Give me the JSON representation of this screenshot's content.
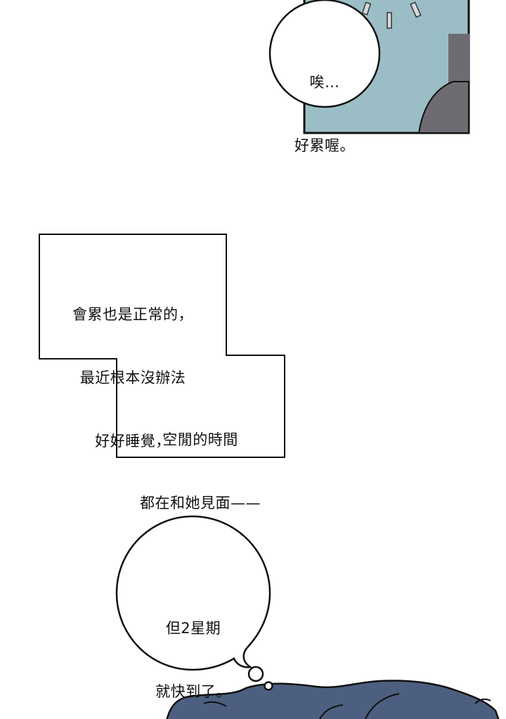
{
  "page": {
    "background": "#ffffff",
    "panel_sky_color": "#9bbec6",
    "panel_shadow_color": "#6e6b72",
    "figure_color": "#4d5f80",
    "outline_color": "#111111"
  },
  "bubble_top": {
    "lines": [
      "唉…",
      "好累喔。"
    ]
  },
  "caption_box": {
    "part1_lines": [
      "會累也是正常的，",
      "最近根本沒辦法",
      "好好睡覺，"
    ],
    "part2_lines": [
      "空閒的時間",
      "都在和她見面——"
    ]
  },
  "thought_bubble": {
    "lines": [
      "但2星期",
      "就快到了。"
    ]
  }
}
